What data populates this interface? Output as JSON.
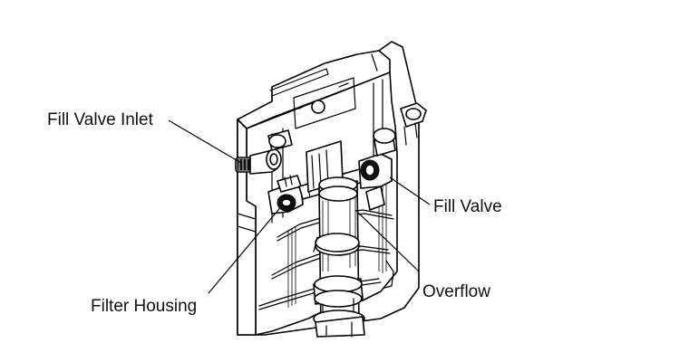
{
  "labels": {
    "fill_valve_inlet": "Fill Valve Inlet",
    "fill_valve": "Fill Valve",
    "filter_housing": "Filter Housing",
    "overflow": "Overflow"
  }
}
